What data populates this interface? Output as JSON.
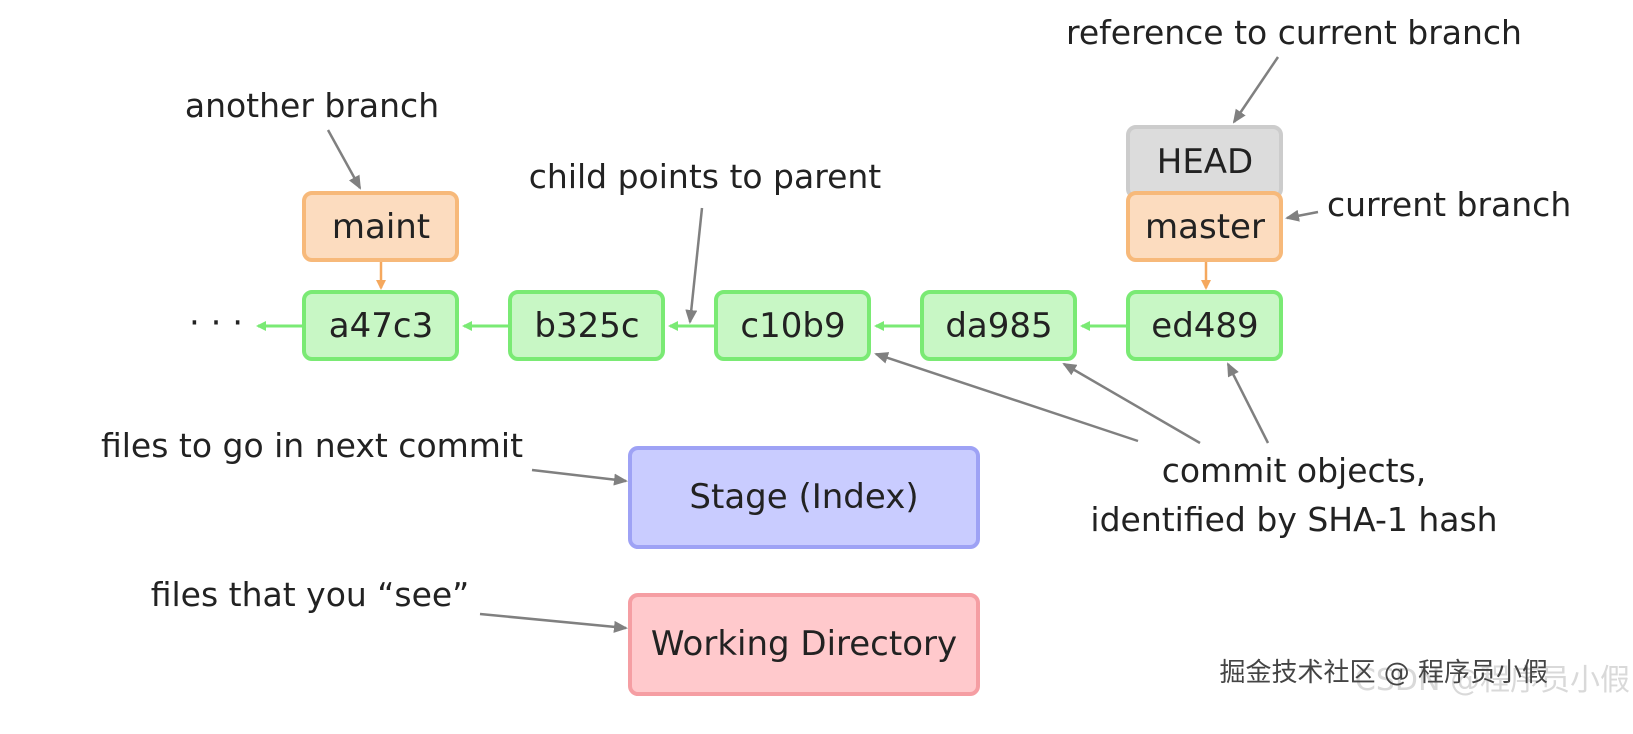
{
  "commits": [
    {
      "hash": "ed489"
    },
    {
      "hash": "da985"
    },
    {
      "hash": "c10b9"
    },
    {
      "hash": "b325c"
    },
    {
      "hash": "a47c3"
    }
  ],
  "ellipsis": "· · ·",
  "refs": {
    "head": "HEAD",
    "master": "master",
    "maint": "maint"
  },
  "areas": {
    "stage": "Stage (Index)",
    "working": "Working Directory"
  },
  "labels": {
    "reference_to_current_branch": "reference to current branch",
    "current_branch": "current branch",
    "another_branch": "another branch",
    "child_points_to_parent": "child points to parent",
    "commit_objects_line1": "commit objects,",
    "commit_objects_line2": "identified by SHA-1 hash",
    "files_next_commit": "files to go in next commit",
    "files_you_see": "files that you “see”"
  },
  "watermark": {
    "main": "掘金技术社区 @ 程序员小假",
    "ghost": "CSDN @程序员小假"
  },
  "colors": {
    "commit_fill": "#c8f7c5",
    "commit_border": "#7aea74",
    "commit_arrow": "#7aea74",
    "branch_fill": "#fcdcbf",
    "branch_border": "#f7b97a",
    "branch_arrow": "#f5a85e",
    "head_fill": "#dcdcdc",
    "head_border": "#cccccc",
    "stage_fill": "#c9ccff",
    "stage_border": "#9ea2f5",
    "working_fill": "#ffc9cc",
    "working_border": "#f59ea3",
    "annotation_arrow": "#808080"
  }
}
